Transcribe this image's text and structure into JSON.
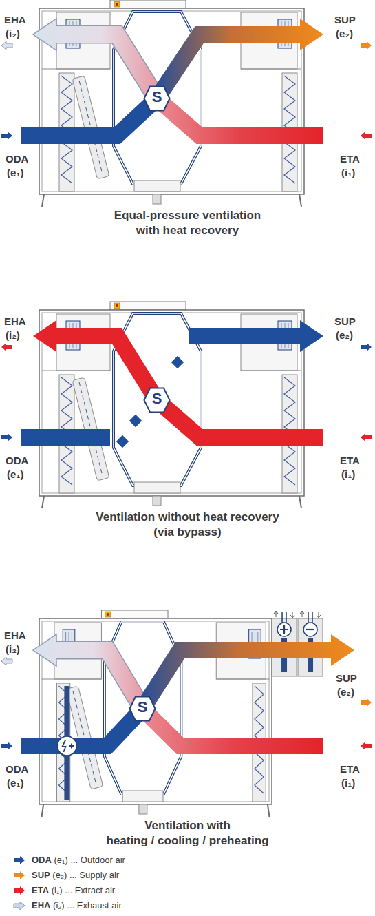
{
  "diagram": {
    "nodes": [
      {
        "text": [
          "S"
        ]
      },
      {
        "text": [
          "S"
        ]
      },
      {
        "text": [
          "S"
        ]
      }
    ],
    "labels": [
      "EHA",
      "(i₂)",
      "SUP",
      "(e₂)",
      "ODA",
      "(e₁)",
      "ETA",
      "(i₁)",
      "Equal-pressure ventilation with heat recovery",
      "EHA",
      "(i₂)",
      "SUP",
      "(e₂)",
      "ODA",
      "(e₁)",
      "ETA",
      "(i₁)",
      "Ventilation without heat recovery (via bypass)",
      "EHA",
      "(i₂)",
      "SUP",
      "(e₂)",
      "ODA",
      "(e₁)",
      "ETA",
      "(i₁)",
      "Ventilation with heating / cooling / preheating"
    ],
    "legend": [
      {
        "text": "ODA (e₁) ... Outdoor air",
        "color": "#1f4e9c"
      },
      {
        "text": "SUP (e₂) ... Supply air",
        "color": "#f08a1c"
      },
      {
        "text": "ETA (i₁) ... Extract air",
        "color": "#e4232a"
      },
      {
        "text": "EHA (i₂) ... Exhaust air",
        "color": "#c9d6e8"
      }
    ]
  }
}
